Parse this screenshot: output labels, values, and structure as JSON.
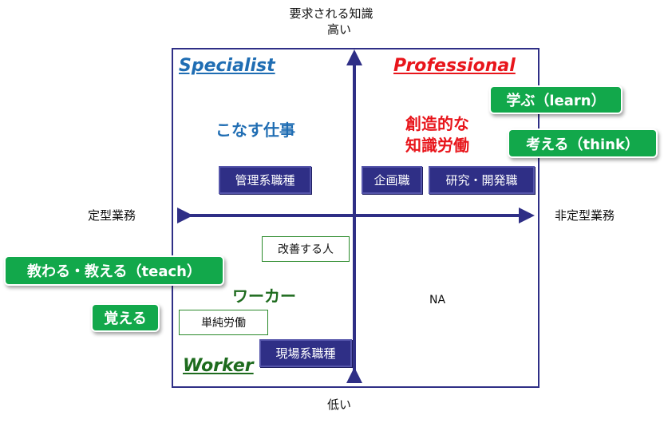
{
  "axis": {
    "top_title": "要求される知識",
    "top_value": "高い",
    "bottom_value": "低い",
    "left_label": "定型業務",
    "right_label": "非定型業務"
  },
  "quadrants": {
    "specialist": {
      "title": "Specialist",
      "main_text": "こなす仕事",
      "box": "管理系職種",
      "color": "#1f6db3"
    },
    "professional": {
      "title": "Professional",
      "main_text_line1": "創造的な",
      "main_text_line2": "知識労働",
      "boxes": [
        "企画職",
        "研究・開発職"
      ],
      "color": "#e8151b"
    },
    "worker": {
      "title": "Worker",
      "main_text": "ワーカー",
      "box_improver": "改善する人",
      "box_simple": "単純労働",
      "box_site": "現場系職種",
      "color": "#1e6b1e"
    },
    "na": {
      "text": "NA"
    }
  },
  "pills": {
    "learn": "学ぶ（learn）",
    "think": "考える（think）",
    "teach": "教わる・教える（teach）",
    "memorize": "覚える"
  },
  "colors": {
    "frame": "#2f2f86",
    "navy_box": "#2f2f86",
    "pill_green": "#12a84b",
    "worker_green": "#1e6b1e",
    "specialist_blue": "#1f6db3",
    "professional_red": "#e8151b"
  }
}
